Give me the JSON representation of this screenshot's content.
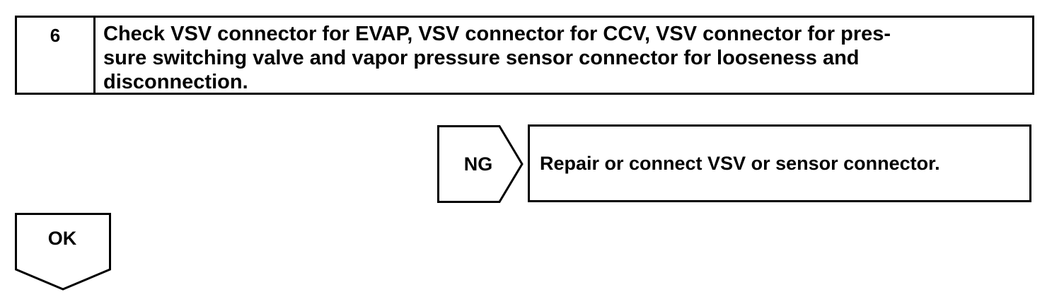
{
  "step": {
    "number": "6",
    "line1": "Check VSV connector for EVAP, VSV connector for CCV, VSV connector for pres-",
    "line2": "sure switching valve and vapor pressure sensor connector for looseness and",
    "line3": "disconnection."
  },
  "ng_branch": {
    "label": "NG",
    "action": "Repair or connect VSV or sensor connector."
  },
  "ok_branch": {
    "label": "OK"
  }
}
